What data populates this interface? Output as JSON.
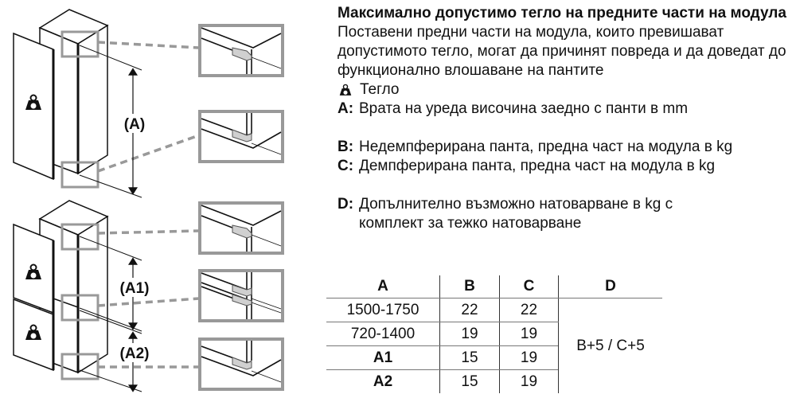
{
  "diagram": {
    "labels": {
      "a": "(A)",
      "a1": "(A1)",
      "a2": "(A2)"
    },
    "colors": {
      "callout_box": "#999999",
      "hinge": "#d0d0d0",
      "line": "#111111"
    }
  },
  "heading": {
    "title": "Максимално допустимо тегло на предните части на модула",
    "intro": "Поставени предни части на модула, които превишават допустимото тегло, могат да причинят повреда и да доведат до функционално влошаване на пантите"
  },
  "legend": {
    "weight": {
      "icon": "weight-icon",
      "label": "Тегло"
    },
    "items": [
      {
        "key": "A:",
        "text": "Врата на уреда височина заедно с панти в mm"
      },
      {
        "key": "B:",
        "text": "Недемпферирана панта, предна част на модула в kg"
      },
      {
        "key": "C:",
        "text": "Демпферирана панта, предна част на модула в kg"
      },
      {
        "key": "D:",
        "text": "Допълнително възможно натоварване в kg с комплект за тежко натоварване"
      }
    ]
  },
  "table": {
    "headers": [
      "A",
      "B",
      "C",
      "D"
    ],
    "rows": [
      {
        "a": "1500-1750",
        "b": "22",
        "c": "22",
        "a_bold": false
      },
      {
        "a": "720-1400",
        "b": "19",
        "c": "19",
        "a_bold": false
      },
      {
        "a": "A1",
        "b": "15",
        "c": "19",
        "a_bold": true
      },
      {
        "a": "A2",
        "b": "15",
        "c": "19",
        "a_bold": true
      }
    ],
    "d_value": "B+5 / C+5"
  }
}
